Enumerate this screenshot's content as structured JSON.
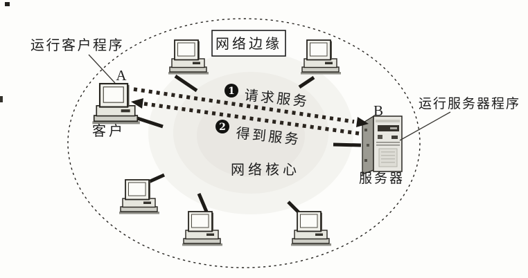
{
  "figure": {
    "type": "client-server-network-diagram",
    "colors": {
      "background": "#fdfdfb",
      "ink": "#1c1c1c",
      "arrow": "#2a241e",
      "core_shade": "#e7e6e0"
    },
    "edge_label": "网络边缘",
    "core_label": "网络核心",
    "client": {
      "annotation": "运行客户程序",
      "node_id": "A",
      "role": "客户"
    },
    "server": {
      "annotation": "运行服务器程序",
      "node_id": "B",
      "role": "服务器"
    },
    "steps": [
      {
        "num": "1",
        "label": "请求服务"
      },
      {
        "num": "2",
        "label": "得到服务"
      }
    ]
  }
}
